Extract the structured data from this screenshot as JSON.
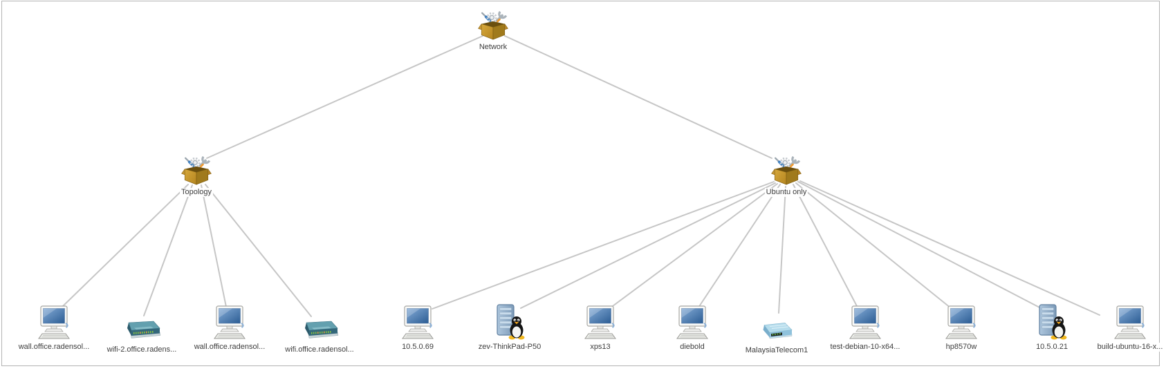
{
  "app": {
    "view": "network-topology-map"
  },
  "colors": {
    "background": "#ffffff",
    "frame_border": "#b3b3b3",
    "edge_line": "#c6c6c6",
    "label_text": "#3c3c3c"
  },
  "diagram": {
    "type": "tree-topology",
    "nodes": [
      {
        "id": "network",
        "label": "Network",
        "icon": "package-icon",
        "parent": null
      },
      {
        "id": "topology",
        "label": "Topology",
        "icon": "package-icon",
        "parent": "network"
      },
      {
        "id": "ubuntu-only",
        "label": "Ubuntu only",
        "icon": "package-icon",
        "parent": "network"
      },
      {
        "id": "wall-office-1",
        "label": "wall.office.radensol...",
        "icon": "computer-icon",
        "parent": "topology"
      },
      {
        "id": "wifi-2-office",
        "label": "wifi-2.office.radens...",
        "icon": "router-icon",
        "parent": "topology"
      },
      {
        "id": "wall-office-2",
        "label": "wall.office.radensol...",
        "icon": "computer-icon",
        "parent": "topology"
      },
      {
        "id": "wifi-office",
        "label": "wifi.office.radensol...",
        "icon": "router-icon",
        "parent": "topology"
      },
      {
        "id": "host-10-5-0-69",
        "label": "10.5.0.69",
        "icon": "computer-icon",
        "parent": "ubuntu-only"
      },
      {
        "id": "zev-thinkpad-p50",
        "label": "zev-ThinkPad-P50",
        "icon": "linux-server-icon",
        "parent": "ubuntu-only"
      },
      {
        "id": "xps13",
        "label": "xps13",
        "icon": "computer-icon",
        "parent": "ubuntu-only"
      },
      {
        "id": "diebold",
        "label": "diebold",
        "icon": "computer-icon",
        "parent": "ubuntu-only"
      },
      {
        "id": "malaysiatelecom1",
        "label": "MalaysiaTelecom1",
        "icon": "modem-icon",
        "parent": "ubuntu-only"
      },
      {
        "id": "test-debian-10-x64",
        "label": "test-debian-10-x64...",
        "icon": "computer-icon",
        "parent": "ubuntu-only"
      },
      {
        "id": "hp8570w",
        "label": "hp8570w",
        "icon": "computer-icon",
        "parent": "ubuntu-only"
      },
      {
        "id": "host-10-5-0-21",
        "label": "10.5.0.21",
        "icon": "linux-server-icon",
        "parent": "ubuntu-only"
      },
      {
        "id": "build-ubuntu-16-x",
        "label": "build-ubuntu-16-x...",
        "icon": "computer-icon",
        "parent": "ubuntu-only"
      }
    ]
  }
}
